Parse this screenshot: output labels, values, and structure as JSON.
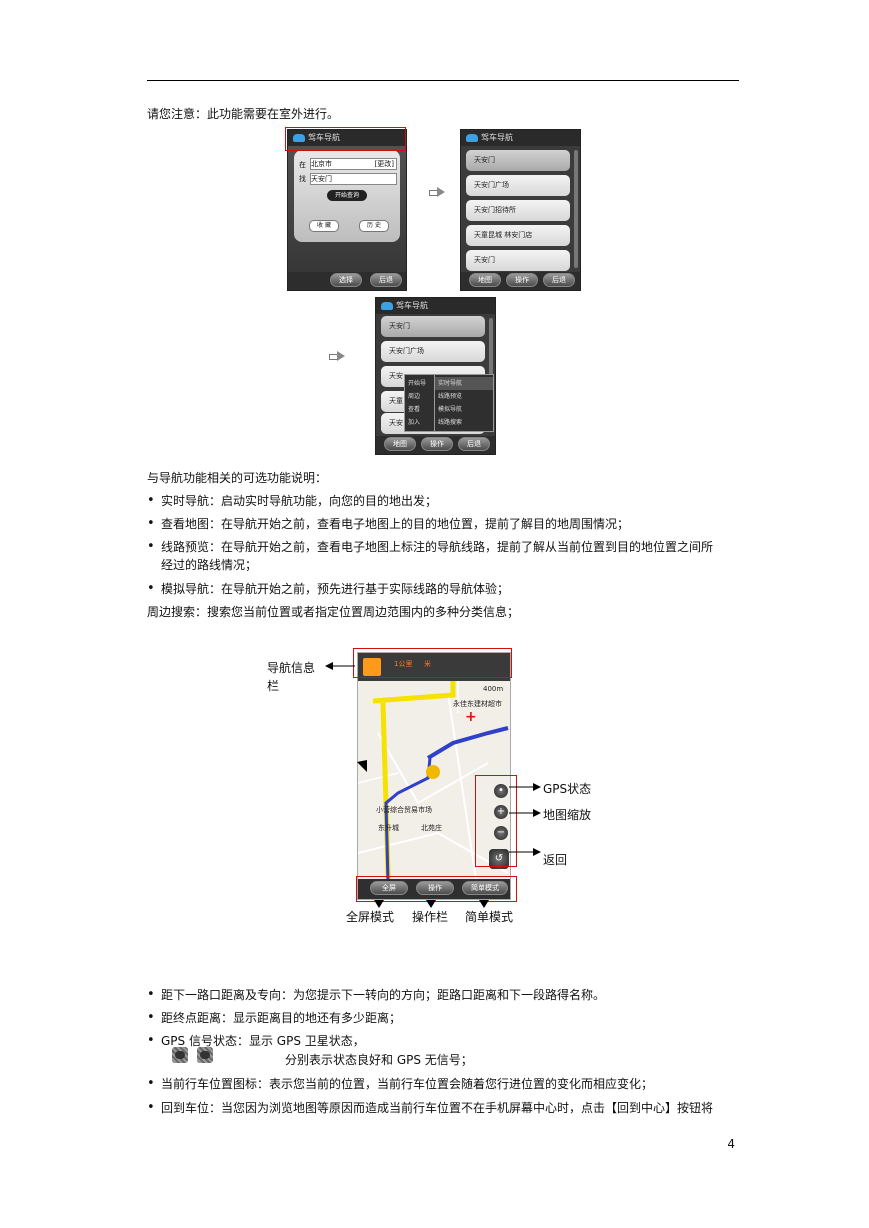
{
  "notice": "请您注意：此功能需要在室外进行。",
  "screen1": {
    "title": "驾车导航",
    "city_label": "在",
    "city_value": "北京市",
    "change_btn": "[更改]",
    "find_label": "找",
    "find_value": "天安门",
    "search_btn": "开始查询",
    "fav_btn": "收 藏",
    "history_btn": "历 史",
    "bottom_select": "选择",
    "bottom_back": "后退"
  },
  "screen2": {
    "title": "驾车导航",
    "items": [
      "天安门",
      "天安门广场",
      "天安门招待所",
      "天童昆城 林安门店",
      "天安门"
    ],
    "bottom": [
      "地图",
      "操作",
      "后退"
    ]
  },
  "screen3": {
    "title": "驾车导航",
    "items": [
      "天安门",
      "天安门广场",
      "天安",
      "天童",
      "天安"
    ],
    "menu_left": [
      "开始导",
      "周边",
      "查看",
      "加入"
    ],
    "menu_right": [
      "实时导航",
      "线路预览",
      "模拟导航",
      "线路搜索"
    ],
    "bottom": [
      "地图",
      "操作",
      "后退"
    ]
  },
  "intro": "与导航功能相关的可选功能说明：",
  "bullets1": [
    "实时导航：启动实时导航功能，向您的目的地出发；",
    "查看地图：在导航开始之前，查看电子地图上的目的地位置，提前了解目的地周围情况；",
    "线路预览：在导航开始之前，查看电子地图上标注的导航线路，提前了解从当前位置到目的地位置之间所",
    "模拟导航：在导航开始之前，预先进行基于实际线路的导航体验；"
  ],
  "bullet3_cont": "经过的路线情况；",
  "surround": "周边搜索：搜索您当前位置或者指定位置周边范围内的多种分类信息；",
  "map": {
    "nav_info_label": "导航信息",
    "nav_info_label2": "栏",
    "gps_label": "GPS状态",
    "zoom_label": "地图缩放",
    "back_label": "返回",
    "fullscreen_label": "全屏模式",
    "ops_label": "操作栏",
    "simple_label": "简单模式",
    "top_dist": "1公里",
    "top_unit": "米",
    "scale": "400m",
    "place1": "永佳东建材超市",
    "place2": "小营综合贸易市场",
    "place3": "东升城",
    "place4": "北苑庄",
    "btn_full": "全屏",
    "btn_ops": "操作",
    "btn_simple": "简单模式"
  },
  "bullets2": [
    "距下一路口距离及专向：为您提示下一转向的方向；距路口距离和下一段路得名称。",
    "距终点距离：显示距离目的地还有多少距离；",
    "GPS 信号状态：显示 GPS 卫星状态，",
    "当前行车位置图标：表示您当前的位置，当前行车位置会随着您行进位置的变化而相应变化；",
    "回到车位：当您因为浏览地图等原因而造成当前行车位置不在手机屏幕中心时，点击【回到中心】按钮将"
  ],
  "gps_desc": "分别表示状态良好和 GPS 无信号；",
  "page_number": "4"
}
